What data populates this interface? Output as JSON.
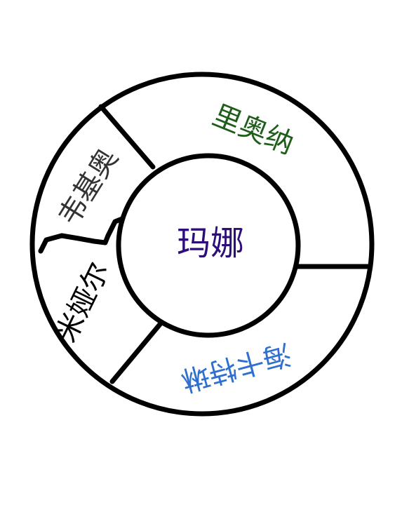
{
  "center": {
    "label": "玛娜",
    "color": "#2e0f7a"
  },
  "segments": [
    {
      "label": "里奥纳",
      "color": "#1f5e1a"
    },
    {
      "label": "海卡特琳",
      "color": "#2f6fd0"
    },
    {
      "label": "米娅尔",
      "color": "#000000"
    },
    {
      "label": "韦基奥",
      "color": "#333333"
    }
  ]
}
